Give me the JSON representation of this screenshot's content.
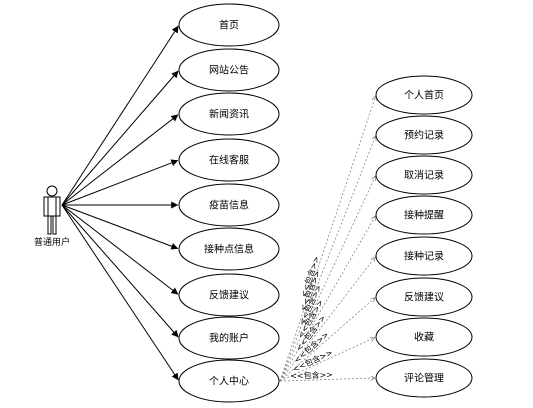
{
  "actor": {
    "name": "普通用户"
  },
  "use_cases": [
    "首页",
    "网站公告",
    "新闻资讯",
    "在线客服",
    "疫苗信息",
    "接种点信息",
    "反馈建议",
    "我的账户",
    "个人中心"
  ],
  "sub_use_cases": [
    "个人首页",
    "预约记录",
    "取消记录",
    "接种提醒",
    "接种记录",
    "反馈建议",
    "收藏",
    "评论管理"
  ],
  "include_label": "<<包含>>"
}
